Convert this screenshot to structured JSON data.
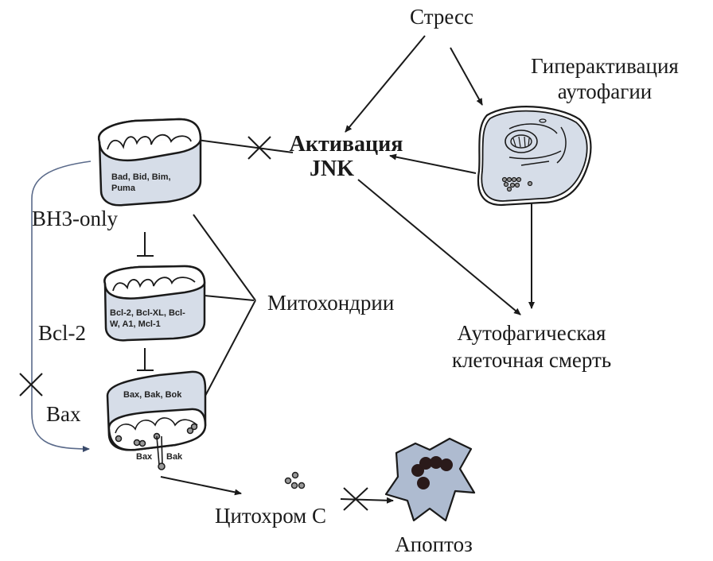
{
  "diagram": {
    "type": "pathway",
    "nodes": {
      "stress": "Стресс",
      "autophagy_hyper_line1": "Гиперактивация",
      "autophagy_hyper_line2": "аутофагии",
      "jnk_line1": "Активация",
      "jnk_line2": "JNK",
      "bh3_only": "BH3-only",
      "bcl2": "Bcl-2",
      "bax": "Bax",
      "mitochondria": "Митохондрии",
      "autophagic_death_line1": "Аутофагическая",
      "autophagic_death_line2": "клеточная смерть",
      "cytochrome_c": "Цитохром С",
      "apoptosis": "Апоптоз"
    },
    "mito_labels": {
      "bh3_line1": "Bad, Bid, Bim,",
      "bh3_line2": "Puma",
      "bcl2_line1": "Bcl-2, Bcl-XL, Bcl-",
      "bcl2_line2": "W, A1, Mcl-1",
      "bax_top": "Bax, Bak, Bok",
      "bax_left": "Bax",
      "bax_right": "Bak"
    },
    "edges": [
      {
        "from": "stress",
        "to": "jnk",
        "type": "activation"
      },
      {
        "from": "stress",
        "to": "autophagy_hyper",
        "type": "activation"
      },
      {
        "from": "autophagy_hyper",
        "to": "jnk",
        "type": "activation"
      },
      {
        "from": "jnk",
        "to": "bh3_mito",
        "type": "blocked"
      },
      {
        "from": "jnk",
        "to": "autophagic_death",
        "type": "activation"
      },
      {
        "from": "autophagy_hyper",
        "to": "autophagic_death",
        "type": "activation"
      },
      {
        "from": "bh3_mito",
        "to": "bcl2_mito",
        "type": "inhibition"
      },
      {
        "from": "bcl2_mito",
        "to": "bax_mito",
        "type": "inhibition"
      },
      {
        "from": "bh3_mito",
        "to": "bax_mito",
        "type": "blocked-dashed"
      },
      {
        "from": "bax_mito",
        "to": "cytochrome_c",
        "type": "activation"
      },
      {
        "from": "cytochrome_c",
        "to": "apoptosis",
        "type": "blocked"
      }
    ],
    "colors": {
      "line": "#1a1a1a",
      "cell_fill": "#d6dde8",
      "apoptotic_cell_fill": "#aebbd0",
      "dashed_path": "#5a6a8a"
    }
  }
}
